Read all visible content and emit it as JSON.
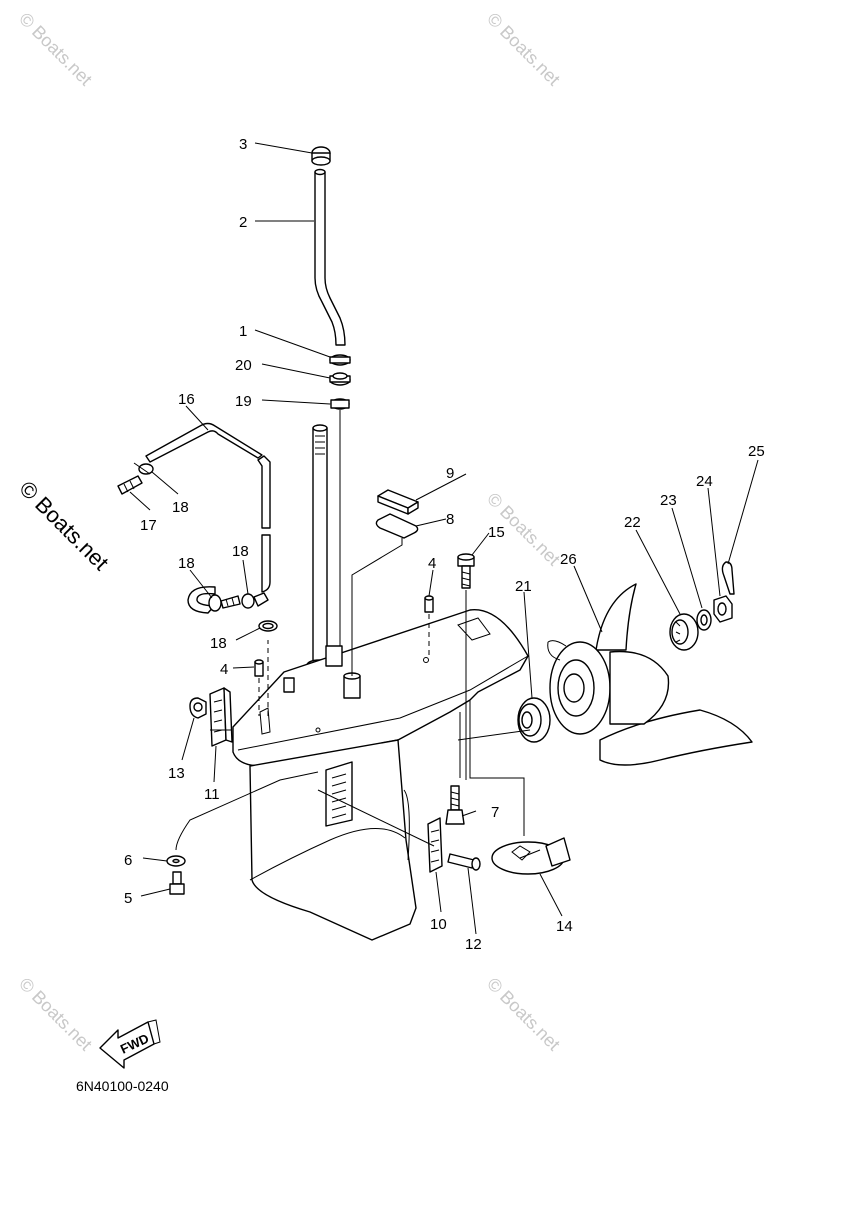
{
  "watermark": "© Boats.net",
  "side_watermark": "© Boats.net",
  "diagram_code": "6N40100-0240",
  "direction_label": "FWD",
  "callouts": {
    "c1": "1",
    "c2": "2",
    "c3": "3",
    "c4a": "4",
    "c4b": "4",
    "c5": "5",
    "c6": "6",
    "c7": "7",
    "c8": "8",
    "c9": "9",
    "c10": "10",
    "c11": "11",
    "c12": "12",
    "c13": "13",
    "c14": "14",
    "c15": "15",
    "c16": "16",
    "c17": "17",
    "c18a": "18",
    "c18b": "18",
    "c18c": "18",
    "c18d": "18",
    "c19": "19",
    "c20": "20",
    "c21": "21",
    "c22": "22",
    "c23": "23",
    "c24": "24",
    "c25": "25",
    "c26": "26"
  }
}
